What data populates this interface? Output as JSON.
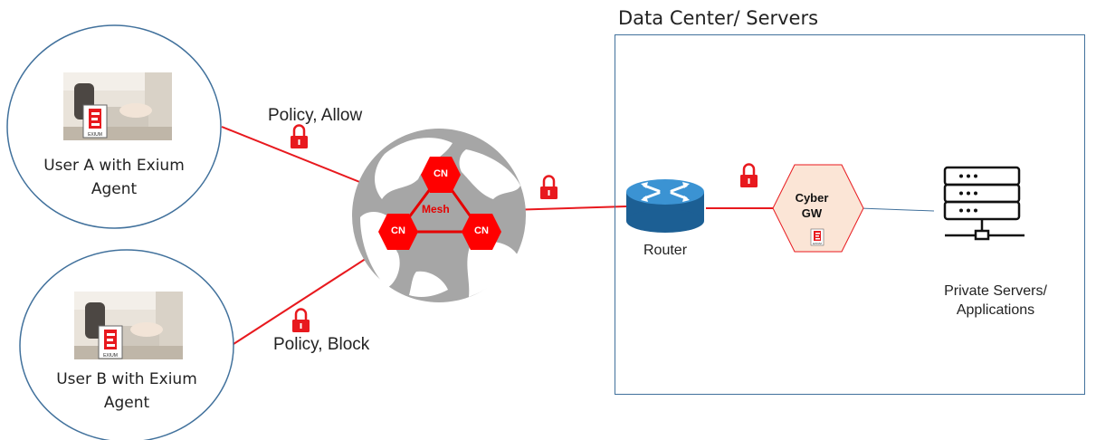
{
  "datacenter": {
    "title": "Data Center/ Servers"
  },
  "users": [
    {
      "line1": "User A with Exium",
      "line2": "Agent",
      "badge": "EXIUM"
    },
    {
      "line1": "User B with Exium",
      "line2": "Agent",
      "badge": "EXIUM"
    }
  ],
  "policies": {
    "allow": "Policy, Allow",
    "block": "Policy, Block"
  },
  "mesh": {
    "label": "Mesh",
    "nodes": [
      "CN",
      "CN",
      "CN"
    ]
  },
  "router": {
    "label": "Router"
  },
  "cyber_gw": {
    "line1": "Cyber",
    "line2": "GW",
    "badge": "EXIUM"
  },
  "servers": {
    "line1": "Private Servers/",
    "line2": "Applications"
  },
  "colors": {
    "link": "#e8191e",
    "node": "#ff0000",
    "globe": "#a6a6a6",
    "router": "#1f75b8",
    "gateway_fill": "#fbe5d6",
    "box_border": "#41719c"
  }
}
